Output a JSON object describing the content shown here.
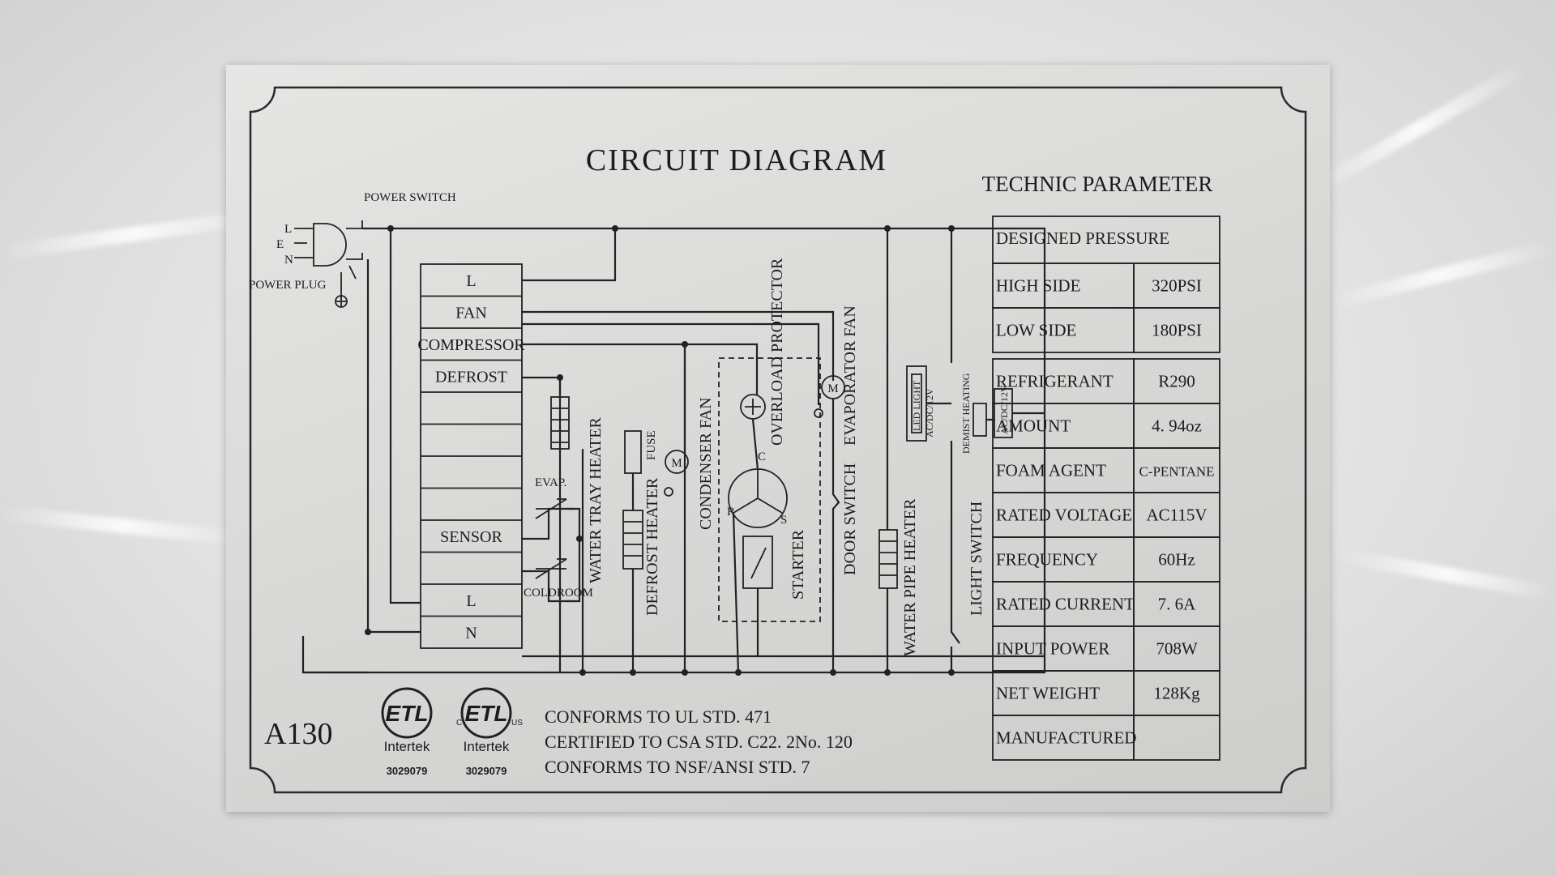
{
  "title": "CIRCUIT  DIAGRAM",
  "model": "A130",
  "power": {
    "switch": "POWER SWITCH",
    "plug": "POWER PLUG",
    "pins": [
      "L",
      "E",
      "N"
    ]
  },
  "terminals": [
    "L",
    "FAN",
    "COMPRESSOR",
    "DEFROST",
    "",
    "",
    "",
    "",
    "SENSOR",
    "",
    "L",
    "N"
  ],
  "components": {
    "evap": "EVAP.",
    "coldroom": "COLDROOM",
    "water_tray_heater": "WATER TRAY HEATER",
    "fuse": "FUSE",
    "defrost_heater": "DEFROST HEATER",
    "motor": "M",
    "condenser_fan": "CONDENSER FAN",
    "overload_protector": "OVERLOAD PROTECTOR",
    "compressor_c": "C",
    "compressor_r": "R",
    "compressor_s": "S",
    "starter": "STARTER",
    "evaporator_fan": "EVAPORATOR FAN",
    "door_switch": "DOOR SWITCH",
    "water_pipe_heater": "WATER PIPE HEATER",
    "led_light": "LED LIGHT",
    "demist_heating": "DEMIST HEATING",
    "light_switch": "LIGHT SWITCH",
    "light_rating": "AC/DC/12V"
  },
  "parameters": {
    "title": "TECHNIC  PARAMETER",
    "designed_pressure": "DESIGNED PRESSURE",
    "rows": [
      {
        "label": "HIGH SIDE",
        "value": "320PSI"
      },
      {
        "label": "LOW SIDE",
        "value": "180PSI"
      },
      {
        "label": "REFRIGERANT",
        "value": "R290"
      },
      {
        "label": "AMOUNT",
        "value": "4. 94oz"
      },
      {
        "label": "FOAM AGENT",
        "value": "C-PENTANE"
      },
      {
        "label": "RATED VOLTAGE",
        "value": "AC115V"
      },
      {
        "label": "FREQUENCY",
        "value": "60Hz"
      },
      {
        "label": "RATED CURRENT",
        "value": "7. 6A"
      },
      {
        "label": "INPUT POWER",
        "value": "708W"
      },
      {
        "label": "NET WEIGHT",
        "value": "128Kg"
      },
      {
        "label": "MANUFACTURED",
        "value": ""
      }
    ]
  },
  "certifications": {
    "logo1": {
      "mark": "ETL",
      "brand": "Intertek",
      "number": "3029079"
    },
    "logo2": {
      "mark": "ETL",
      "brand": "Intertek",
      "number": "3029079",
      "left": "C",
      "right": "US"
    },
    "lines": [
      "CONFORMS TO UL STD. 471",
      "CERTIFIED TO CSA STD. C22. 2No. 120",
      "CONFORMS TO NSF/ANSI STD. 7"
    ]
  }
}
